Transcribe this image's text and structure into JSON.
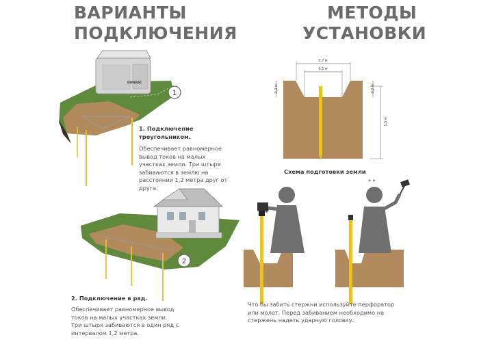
{
  "titles": {
    "left_line1": "ВАРИАНТЫ",
    "left_line2": "ПОДКЛЮЧЕНИЯ",
    "right_line1": "МЕТОДЫ",
    "right_line2": "УСТАНОВКИ"
  },
  "option1": {
    "number": "1",
    "heading_line1": "1. Подключение",
    "heading_line2": "треугольником.",
    "text_lines": [
      "Обеспечивает равномерное",
      "вывод токов на малых",
      "участках земли. Три штыря",
      "забиваются в землю на",
      "расстоянии 1,2 метра друг от",
      "друга."
    ],
    "generator_brand": "GENERAC"
  },
  "option2": {
    "number": "2",
    "heading": "2. Подключение в ряд.",
    "text_lines": [
      "Обеспечивает равномерное вывод",
      "токов на малых участках земли.",
      "Три штыря забиваются в один ряд с",
      "интервалом 1,2 метра."
    ]
  },
  "soil_scheme": {
    "caption": "Схема подготовки земли",
    "dim_top_outer": "0,7 м",
    "dim_top_inner": "0,5 м",
    "dim_left_depth": "0,3 м",
    "dim_right_depth": "0,2 м",
    "dim_total_depth": "1,5 м"
  },
  "methods": {
    "text_lines": [
      "Что бы забить стержни используйте перфоратор",
      "или молот. Перед забиванием необходимо на",
      "стержень надеть ударную головку."
    ]
  },
  "colors": {
    "title": "#6b6b6b",
    "grass": "#5f8a3c",
    "soil": "#b18a5e",
    "rod": "#e8c22a",
    "figure": "#6f6f6f"
  }
}
